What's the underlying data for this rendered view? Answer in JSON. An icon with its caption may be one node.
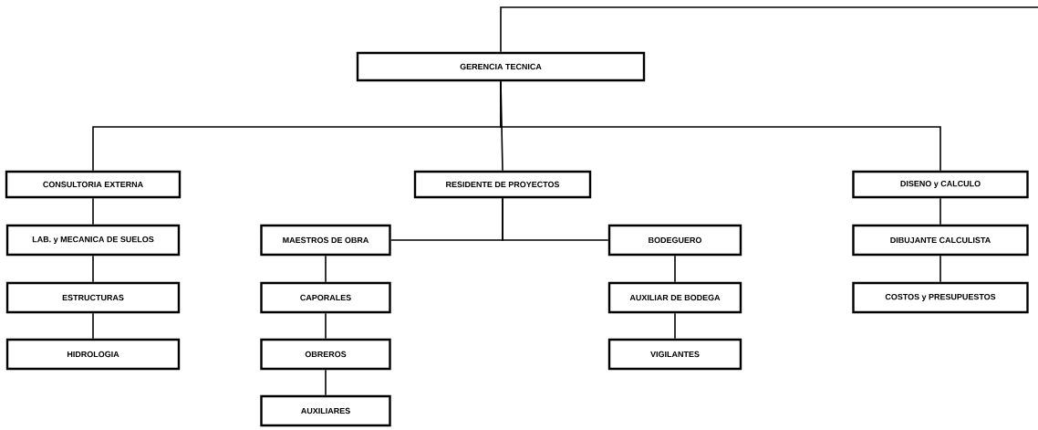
{
  "diagram": {
    "nodes": [
      {
        "text": [
          "GERENCIA TECNICA"
        ]
      },
      {
        "text": [
          "CONSULTORIA EXTERNA"
        ]
      },
      {
        "text": [
          "RESIDENTE DE PROYECTOS"
        ]
      },
      {
        "text": [
          "DISENO y CALCULO"
        ]
      },
      {
        "text": [
          "LAB. y MECANICA DE SUELOS"
        ]
      },
      {
        "text": [
          "ESTRUCTURAS"
        ]
      },
      {
        "text": [
          "HIDROLOGIA"
        ]
      },
      {
        "text": [
          "MAESTROS DE OBRA"
        ]
      },
      {
        "text": [
          "CAPORALES"
        ]
      },
      {
        "text": [
          "OBREROS"
        ]
      },
      {
        "text": [
          "AUXILIARES"
        ]
      },
      {
        "text": [
          "BODEGUERO"
        ]
      },
      {
        "text": [
          "AUXILIAR DE BODEGA"
        ]
      },
      {
        "text": [
          "VIGILANTES"
        ]
      },
      {
        "text": [
          "DIBUJANTE CALCULISTA"
        ]
      },
      {
        "text": [
          "COSTOS y PRESUPUESTOS"
        ]
      }
    ],
    "edges": [
      {
        "from": 0,
        "to": null,
        "arrow": "none"
      },
      {
        "from": 0,
        "to": 1,
        "arrow": "none"
      },
      {
        "from": 0,
        "to": 2,
        "arrow": "none"
      },
      {
        "from": 0,
        "to": 3,
        "arrow": "none"
      },
      {
        "from": 1,
        "to": 4,
        "arrow": "none"
      },
      {
        "from": 4,
        "to": 5,
        "arrow": "none"
      },
      {
        "from": 5,
        "to": 6,
        "arrow": "none"
      },
      {
        "from": 2,
        "to": 7,
        "arrow": "none"
      },
      {
        "from": 2,
        "to": 11,
        "arrow": "none"
      },
      {
        "from": 7,
        "to": 8,
        "arrow": "none"
      },
      {
        "from": 8,
        "to": 9,
        "arrow": "none"
      },
      {
        "from": 9,
        "to": 10,
        "arrow": "none"
      },
      {
        "from": 11,
        "to": 12,
        "arrow": "none"
      },
      {
        "from": 12,
        "to": 13,
        "arrow": "none"
      },
      {
        "from": 3,
        "to": 14,
        "arrow": "none"
      },
      {
        "from": 14,
        "to": 15,
        "arrow": "none"
      }
    ]
  }
}
